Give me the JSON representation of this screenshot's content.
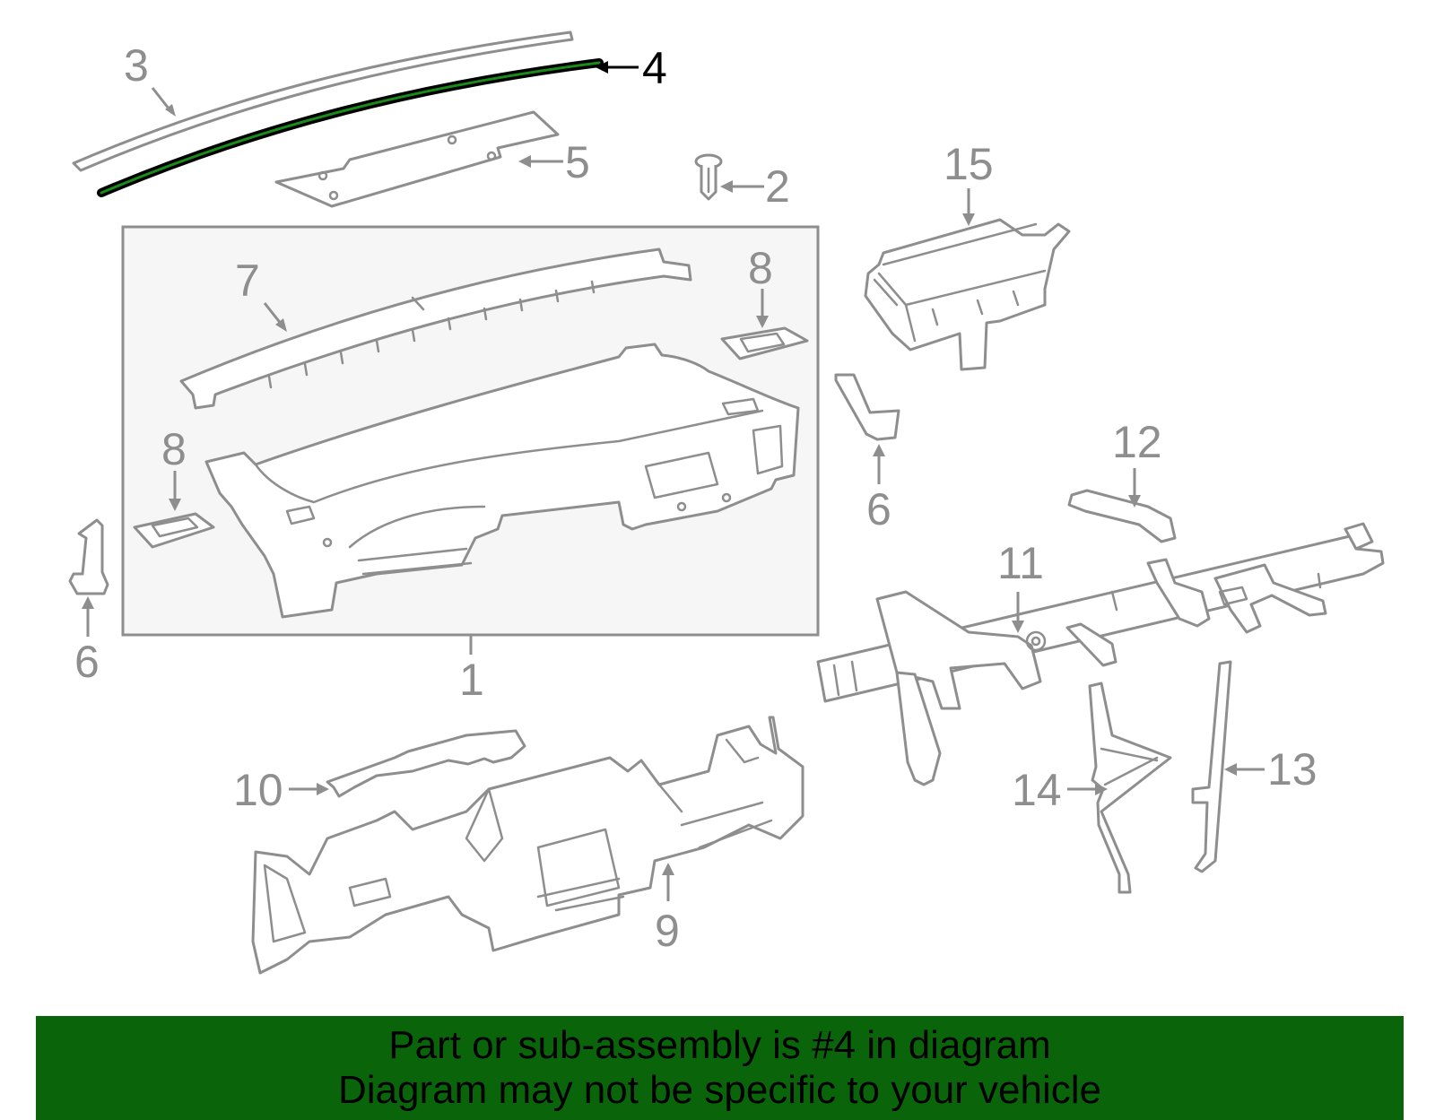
{
  "callouts": {
    "c1": "1",
    "c2": "2",
    "c3": "3",
    "c4": "4",
    "c5": "5",
    "c6a": "6",
    "c6b": "6",
    "c7": "7",
    "c8a": "8",
    "c8b": "8",
    "c9": "9",
    "c10": "10",
    "c11": "11",
    "c12": "12",
    "c13": "13",
    "c14": "14",
    "c15": "15"
  },
  "highlighted_part": "4",
  "banner": {
    "line1": "Part or sub-assembly is #4 in diagram",
    "line2": "Diagram may not be specific to your vehicle"
  },
  "colors": {
    "banner_bg": "#0a650a",
    "part_stroke": "#8e8e8e",
    "highlight_stroke": "#000000",
    "highlight_inner": "#1a8a1a",
    "subassembly_box_fill": "#f6f6f6"
  }
}
